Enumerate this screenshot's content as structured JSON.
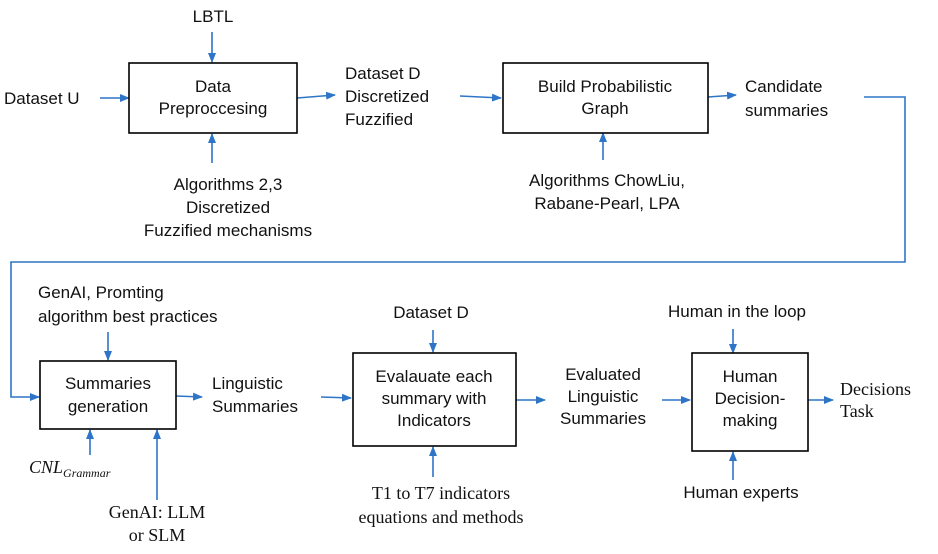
{
  "colors": {
    "arrow": "#2e75c8",
    "box_border": "#000000",
    "text": "#111111",
    "background": "#ffffff"
  },
  "nodes": {
    "data_preprocessing": [
      "Data",
      "Preproccesing"
    ],
    "build_graph": [
      "Build Probabilistic",
      "Graph"
    ],
    "summaries_generation": [
      "Summaries",
      "generation"
    ],
    "evaluate": [
      "Evalauate each",
      "summary with",
      "Indicators"
    ],
    "human_decision": [
      "Human",
      "Decision-",
      "making"
    ]
  },
  "labels": {
    "lbtl": [
      "LBTL"
    ],
    "dataset_u": [
      "Dataset U"
    ],
    "dataset_d_disc": [
      "Dataset D",
      "Discretized",
      "Fuzzified"
    ],
    "algorithms_23": [
      "Algorithms 2,3",
      "Discretized",
      "Fuzzified mechanisms"
    ],
    "candidate_summaries": [
      "Candidate",
      "summaries"
    ],
    "algorithms_chowliu": [
      "Algorithms ChowLiu,",
      "Rabane-Pearl, LPA"
    ],
    "genai_prompting": [
      "GenAI, Promting",
      "algorithm best practices"
    ],
    "cnl_grammar": {
      "base": "CNL",
      "sub": "Grammar"
    },
    "genai_llm": [
      "GenAI: LLM",
      "or SLM"
    ],
    "linguistic_summaries": [
      "Linguistic",
      "Summaries"
    ],
    "dataset_d": [
      "Dataset D"
    ],
    "t1_t7": [
      "T1 to T7 indicators",
      "equations and methods"
    ],
    "evaluated_summaries": [
      "Evaluated",
      "Linguistic",
      "Summaries"
    ],
    "human_in_loop": [
      "Human in the loop"
    ],
    "human_experts": [
      "Human experts"
    ],
    "decisions_task": [
      "Decisions",
      "Task"
    ]
  }
}
